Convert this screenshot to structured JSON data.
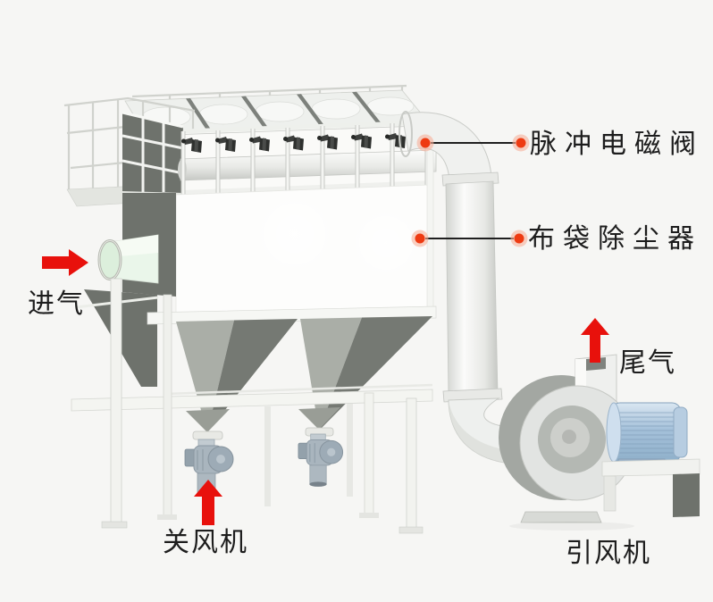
{
  "diagram": {
    "type": "equipment-diagram",
    "subject": "pulse-jet bag dust collector system",
    "callouts": [
      {
        "id": "pulse-solenoid-valve",
        "label": "脉冲电磁阀"
      },
      {
        "id": "bag-dust-collector",
        "label": "布袋除尘器"
      }
    ],
    "flow_labels": [
      {
        "id": "air-inlet",
        "label": "进气",
        "arrow_direction": "right"
      },
      {
        "id": "rotary-airlock",
        "label": "关风机",
        "arrow_direction": "up"
      },
      {
        "id": "exhaust-gas",
        "label": "尾气",
        "arrow_direction": "up"
      },
      {
        "id": "induced-draft-fan",
        "label": "引风机",
        "arrow_direction": "none"
      }
    ],
    "colors": {
      "background": "#f6f6f4",
      "arrow_red": "#e8110c",
      "callout_dot": "#ee3b12",
      "callout_halo": "#f6b09a",
      "leader_line": "#1f1f1f",
      "label_text": "#1d1d1d",
      "machine_dark_panel": "#6e726c",
      "hopper_light": "#a9ada6",
      "hopper_dark": "#757973",
      "motor_blue": "#9fbcd6"
    }
  }
}
